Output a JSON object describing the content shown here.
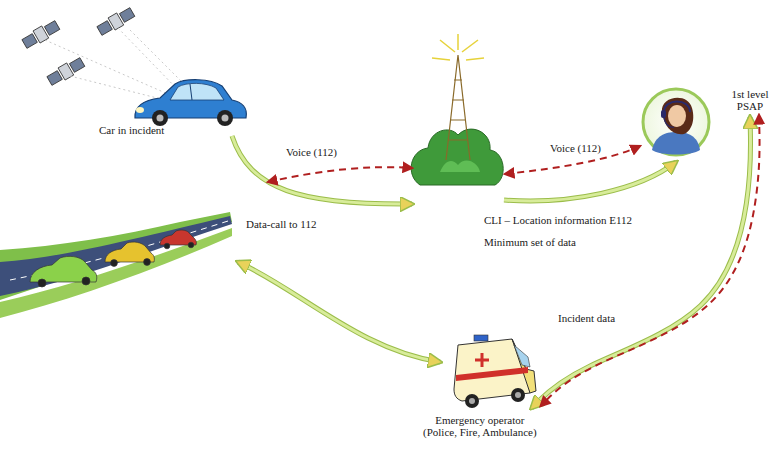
{
  "diagram": {
    "nodes": [
      {
        "text": [
          "Car in incident"
        ]
      },
      {
        "text": [
          "1st level PSAP"
        ]
      },
      {
        "text": [
          "Emergency operator",
          "(Police, Fire, Ambulance)"
        ]
      }
    ],
    "edges": [
      {
        "from": 1,
        "to": 2,
        "label": "Incident data",
        "arrow": "both"
      }
    ],
    "labels": [
      "Voice (112)",
      "Data-call to 112",
      "Voice (112)",
      "CLI – Location information E112",
      "Minimum set of data"
    ]
  }
}
